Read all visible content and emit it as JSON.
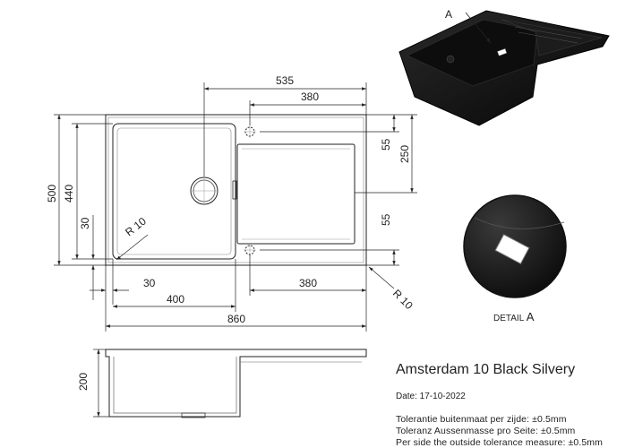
{
  "drawing": {
    "title": "Amsterdam 10 Black Silvery",
    "date": "Date: 17-10-2022",
    "tolerances": [
      "Tolerantie buitenmaat per zijde:  ±0.5mm",
      "Toleranz Aussenmasse pro Seite:  ±0.5mm",
      "Per side the outside tolerance measure:  ±0.5mm"
    ],
    "detail_label_prefix": "DETAIL ",
    "detail_label_letter": "A",
    "callout_letter": "A",
    "dimensions": {
      "overall_width": "860",
      "overall_depth": "500",
      "inner_depth": "440",
      "drainer_width": "535",
      "drainer_inner": "380",
      "drainer_inner_bottom": "380",
      "bowl_width": "400",
      "offset_30_left": "30",
      "offset_30_bottom": "30",
      "top_55": "55",
      "bottom_55": "55",
      "drainer_depth": "250",
      "radius_inner": "R 10",
      "radius_outer": "R 10",
      "bowl_depth": "200"
    }
  }
}
